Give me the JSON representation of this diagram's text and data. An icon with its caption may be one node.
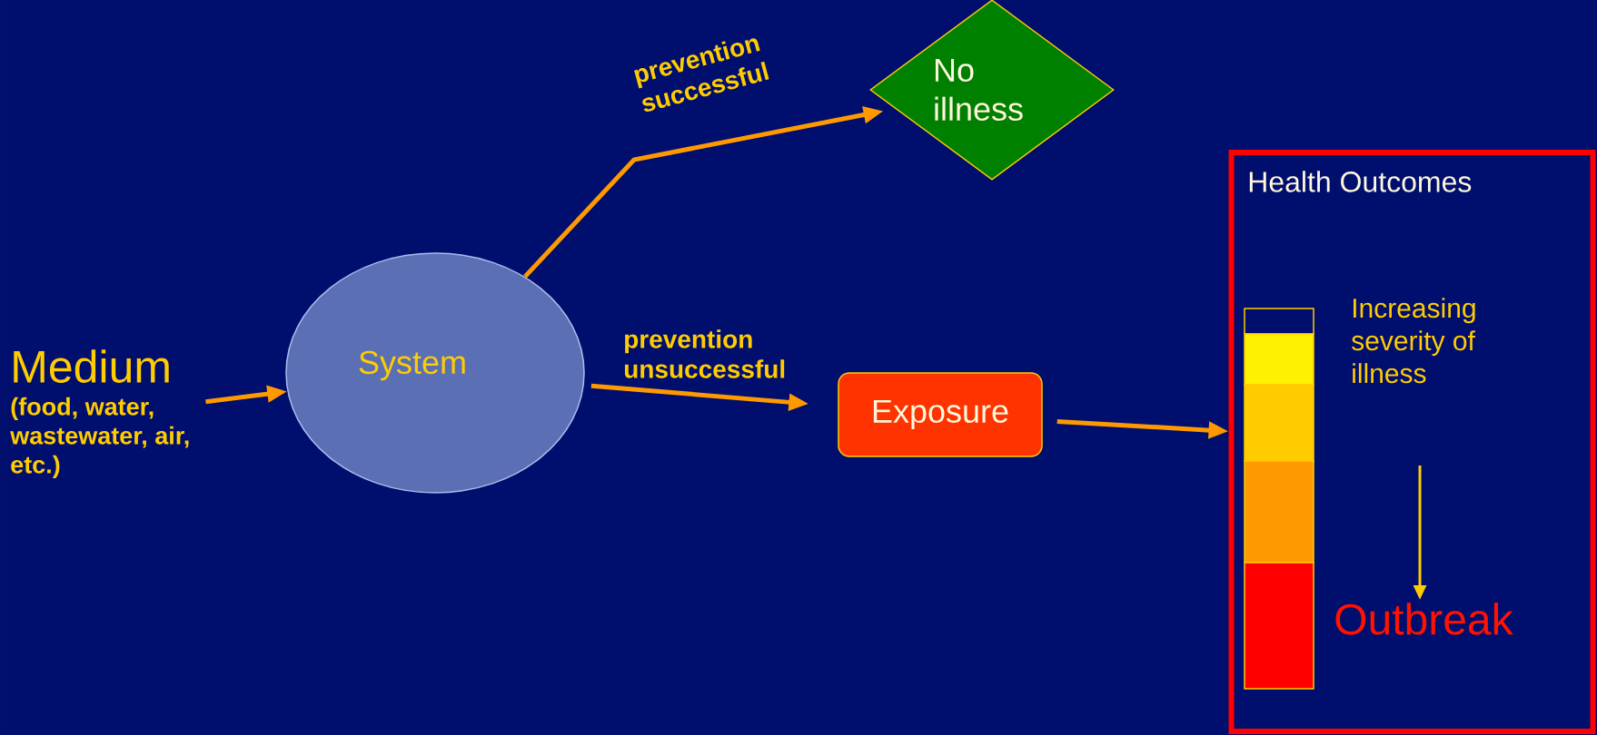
{
  "diagram": {
    "nodes": [
      {
        "text": [
          "Medium",
          "(food, water, wastewater, air, etc.)"
        ]
      },
      {
        "text": [
          "System"
        ]
      },
      {
        "text": [
          "No illness"
        ]
      },
      {
        "text": [
          "Exposure"
        ]
      },
      {
        "text": [
          "Health Outcomes",
          "Increasing severity of illness",
          "Outbreak"
        ]
      }
    ],
    "edges": [
      {
        "from": 0,
        "to": 1,
        "arrow": "to"
      },
      {
        "from": 1,
        "to": 2,
        "arrow": "to",
        "label": "prevention successful"
      },
      {
        "from": 1,
        "to": 3,
        "arrow": "to",
        "label": "prevention unsuccessful"
      },
      {
        "from": 3,
        "to": 4,
        "arrow": "to"
      }
    ]
  }
}
